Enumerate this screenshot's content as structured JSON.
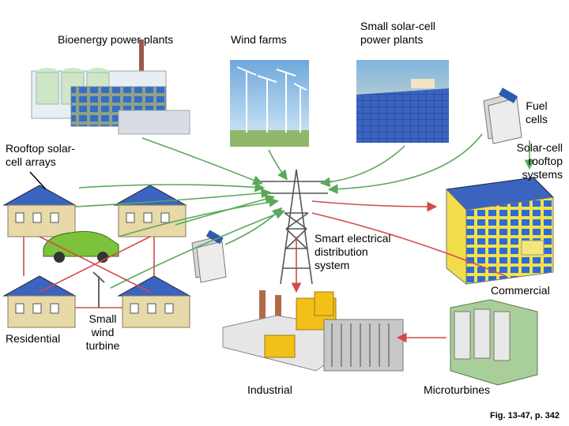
{
  "labels": {
    "bioenergy": "Bioenergy power plants",
    "wind_farms": "Wind farms",
    "small_solar": "Small solar-cell\npower plants",
    "fuel_cells": "Fuel\ncells",
    "solar_rooftop": "Solar-cell\nrooftop\nsystems",
    "rooftop_arrays": "Rooftop solar-\ncell arrays",
    "smart_grid": "Smart electrical\ndistribution\nsystem",
    "commercial": "Commercial",
    "small_wind": "Small\nwind\nturbine",
    "residential": "Residential",
    "industrial": "Industrial",
    "microturbines": "Microturbines"
  },
  "caption": "Fig. 13-47, p. 342",
  "colors": {
    "supply_arrow": "#5aa85a",
    "distribution_arrow": "#d24a4a",
    "solar_panel": "#1f3f8f",
    "house_wall": "#e8d9a8",
    "roof": "#7a5a3a"
  }
}
